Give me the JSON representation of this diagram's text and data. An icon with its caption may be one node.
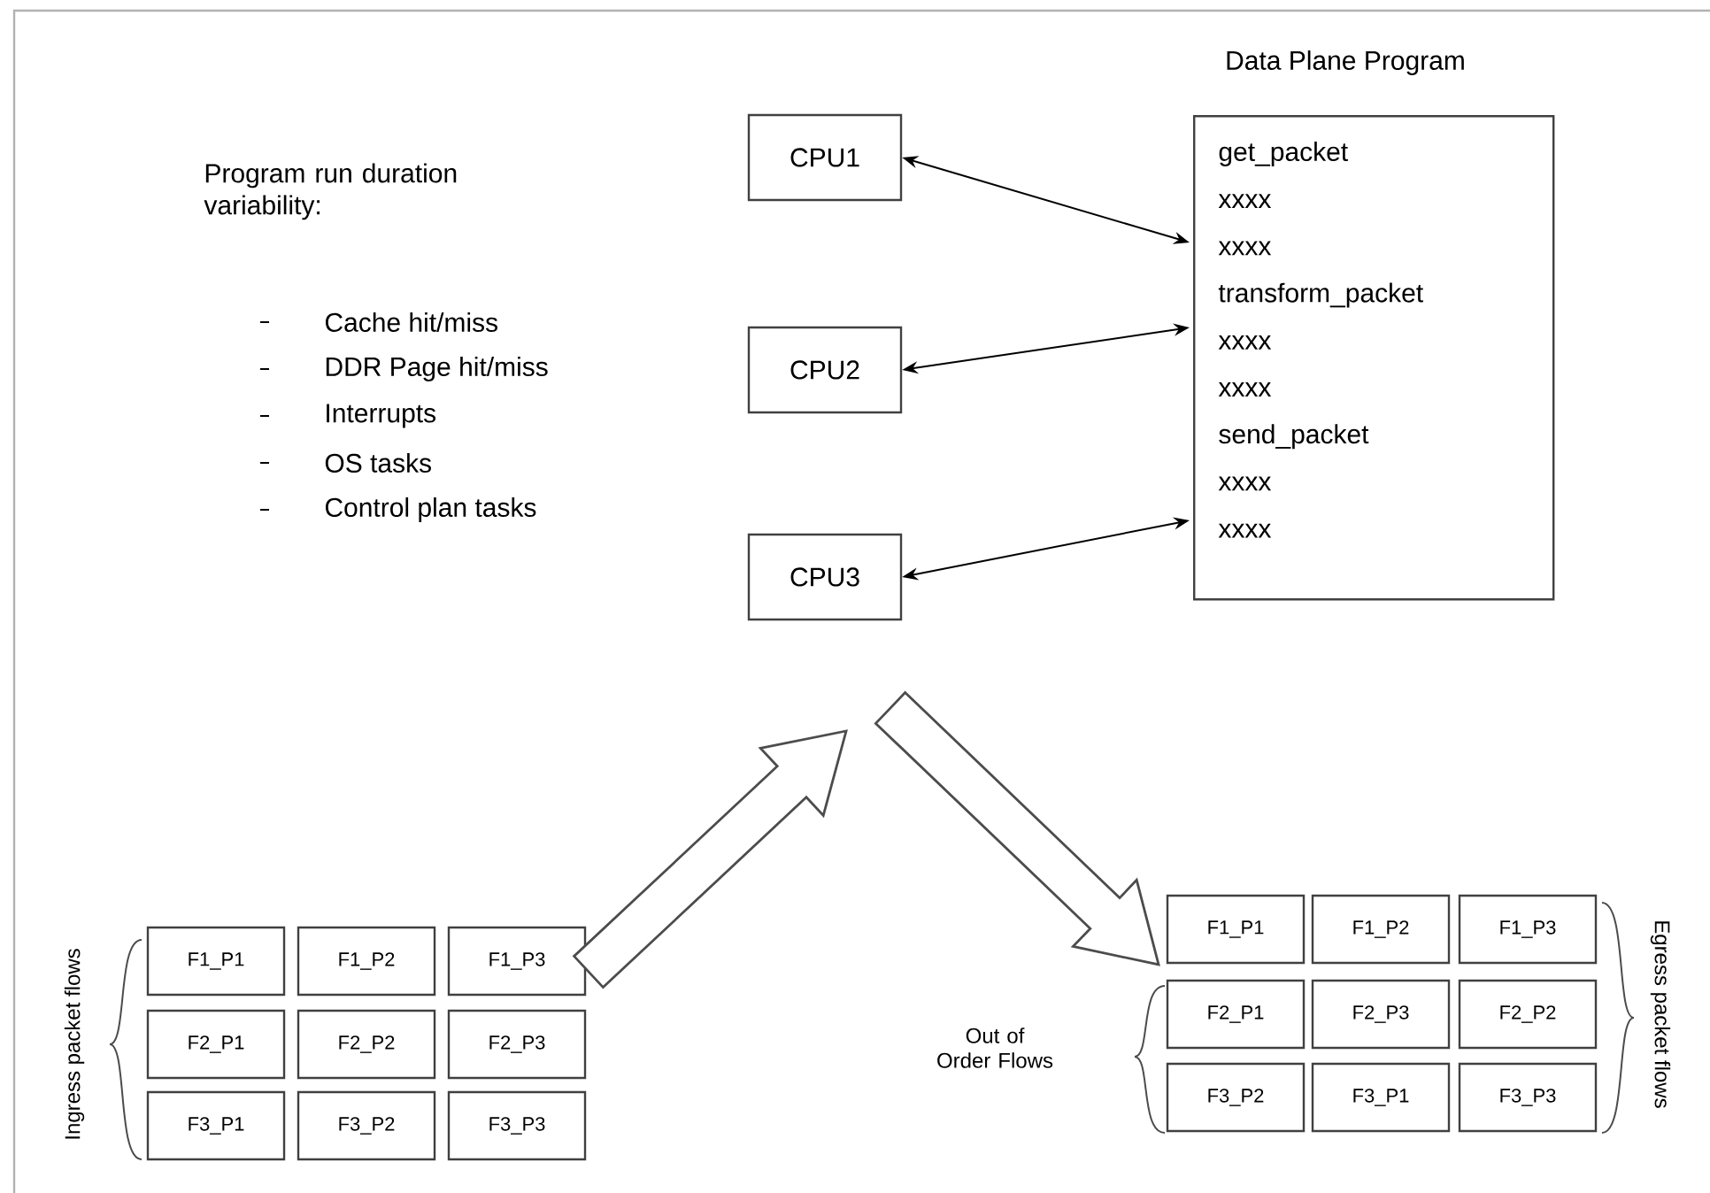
{
  "diagram": {
    "nodes": [
      {
        "text": [
          "CPU1"
        ]
      },
      {
        "text": [
          "CPU2"
        ]
      },
      {
        "text": [
          "CPU3"
        ]
      },
      {
        "text": [
          "Data Plane Program",
          "get_packet",
          "xxxx",
          "xxxx",
          "transform_packet",
          "xxxx",
          "xxxx",
          "send_packet",
          "xxxx",
          "xxxx"
        ]
      },
      {
        "text": [
          "F1_P1"
        ]
      },
      {
        "text": [
          "F1_P2"
        ]
      },
      {
        "text": [
          "F1_P3"
        ]
      },
      {
        "text": [
          "F2_P1"
        ]
      },
      {
        "text": [
          "F2_P2"
        ]
      },
      {
        "text": [
          "F2_P3"
        ]
      },
      {
        "text": [
          "F3_P1"
        ]
      },
      {
        "text": [
          "F3_P2"
        ]
      },
      {
        "text": [
          "F3_P3"
        ]
      },
      {
        "text": [
          "F1_P1"
        ]
      },
      {
        "text": [
          "F1_P2"
        ]
      },
      {
        "text": [
          "F1_P3"
        ]
      },
      {
        "text": [
          "F2_P1"
        ]
      },
      {
        "text": [
          "F2_P3"
        ]
      },
      {
        "text": [
          "F2_P2"
        ]
      },
      {
        "text": [
          "F3_P2"
        ]
      },
      {
        "text": [
          "F3_P1"
        ]
      },
      {
        "text": [
          "F3_P3"
        ]
      }
    ],
    "edges": [
      {
        "from": 0,
        "to": 3,
        "arrow": "both"
      },
      {
        "from": 1,
        "to": 3,
        "arrow": "both"
      },
      {
        "from": 2,
        "to": 3,
        "arrow": "both"
      },
      {
        "from": 6,
        "to": null,
        "arrow": "to",
        "style": "thick"
      },
      {
        "from": null,
        "to": 13,
        "arrow": "to",
        "style": "thick"
      }
    ],
    "labels": [
      "Program run duration variability:",
      "Cache hit/miss",
      "DDR Page hit/miss",
      "Interrupts",
      "OS tasks",
      "Control plan tasks",
      "Ingress packet flows",
      "Out of Order Flows",
      "Egress packet flows"
    ]
  }
}
